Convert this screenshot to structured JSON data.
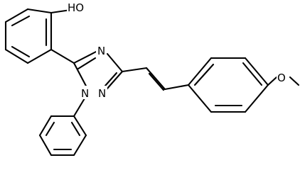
{
  "structure": {
    "atom_labels": {
      "hydroxyl": "HO",
      "triazole_n4": "N",
      "triazole_n1": "N",
      "triazole_n2": "N",
      "methoxy_o": "O"
    }
  },
  "colors": {
    "bond": "#000000",
    "label": "#000000",
    "background": "#ffffff"
  }
}
